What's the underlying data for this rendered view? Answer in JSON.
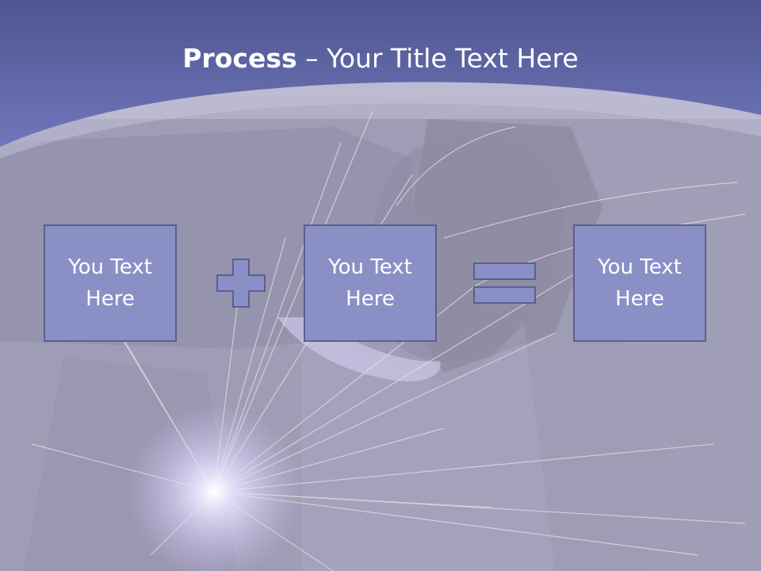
{
  "slide": {
    "title_bold": "Process",
    "title_rest": " – Your Title Text Here",
    "boxes": [
      {
        "text": "You Text Here"
      },
      {
        "text": "You Text Here"
      },
      {
        "text": "You Text Here"
      }
    ],
    "operators": [
      "plus-icon",
      "equals-icon"
    ]
  },
  "colors": {
    "header": "#6c73b9",
    "box_fill": "#8a90c6",
    "box_border": "#5a5f8e",
    "text": "#ffffff"
  }
}
